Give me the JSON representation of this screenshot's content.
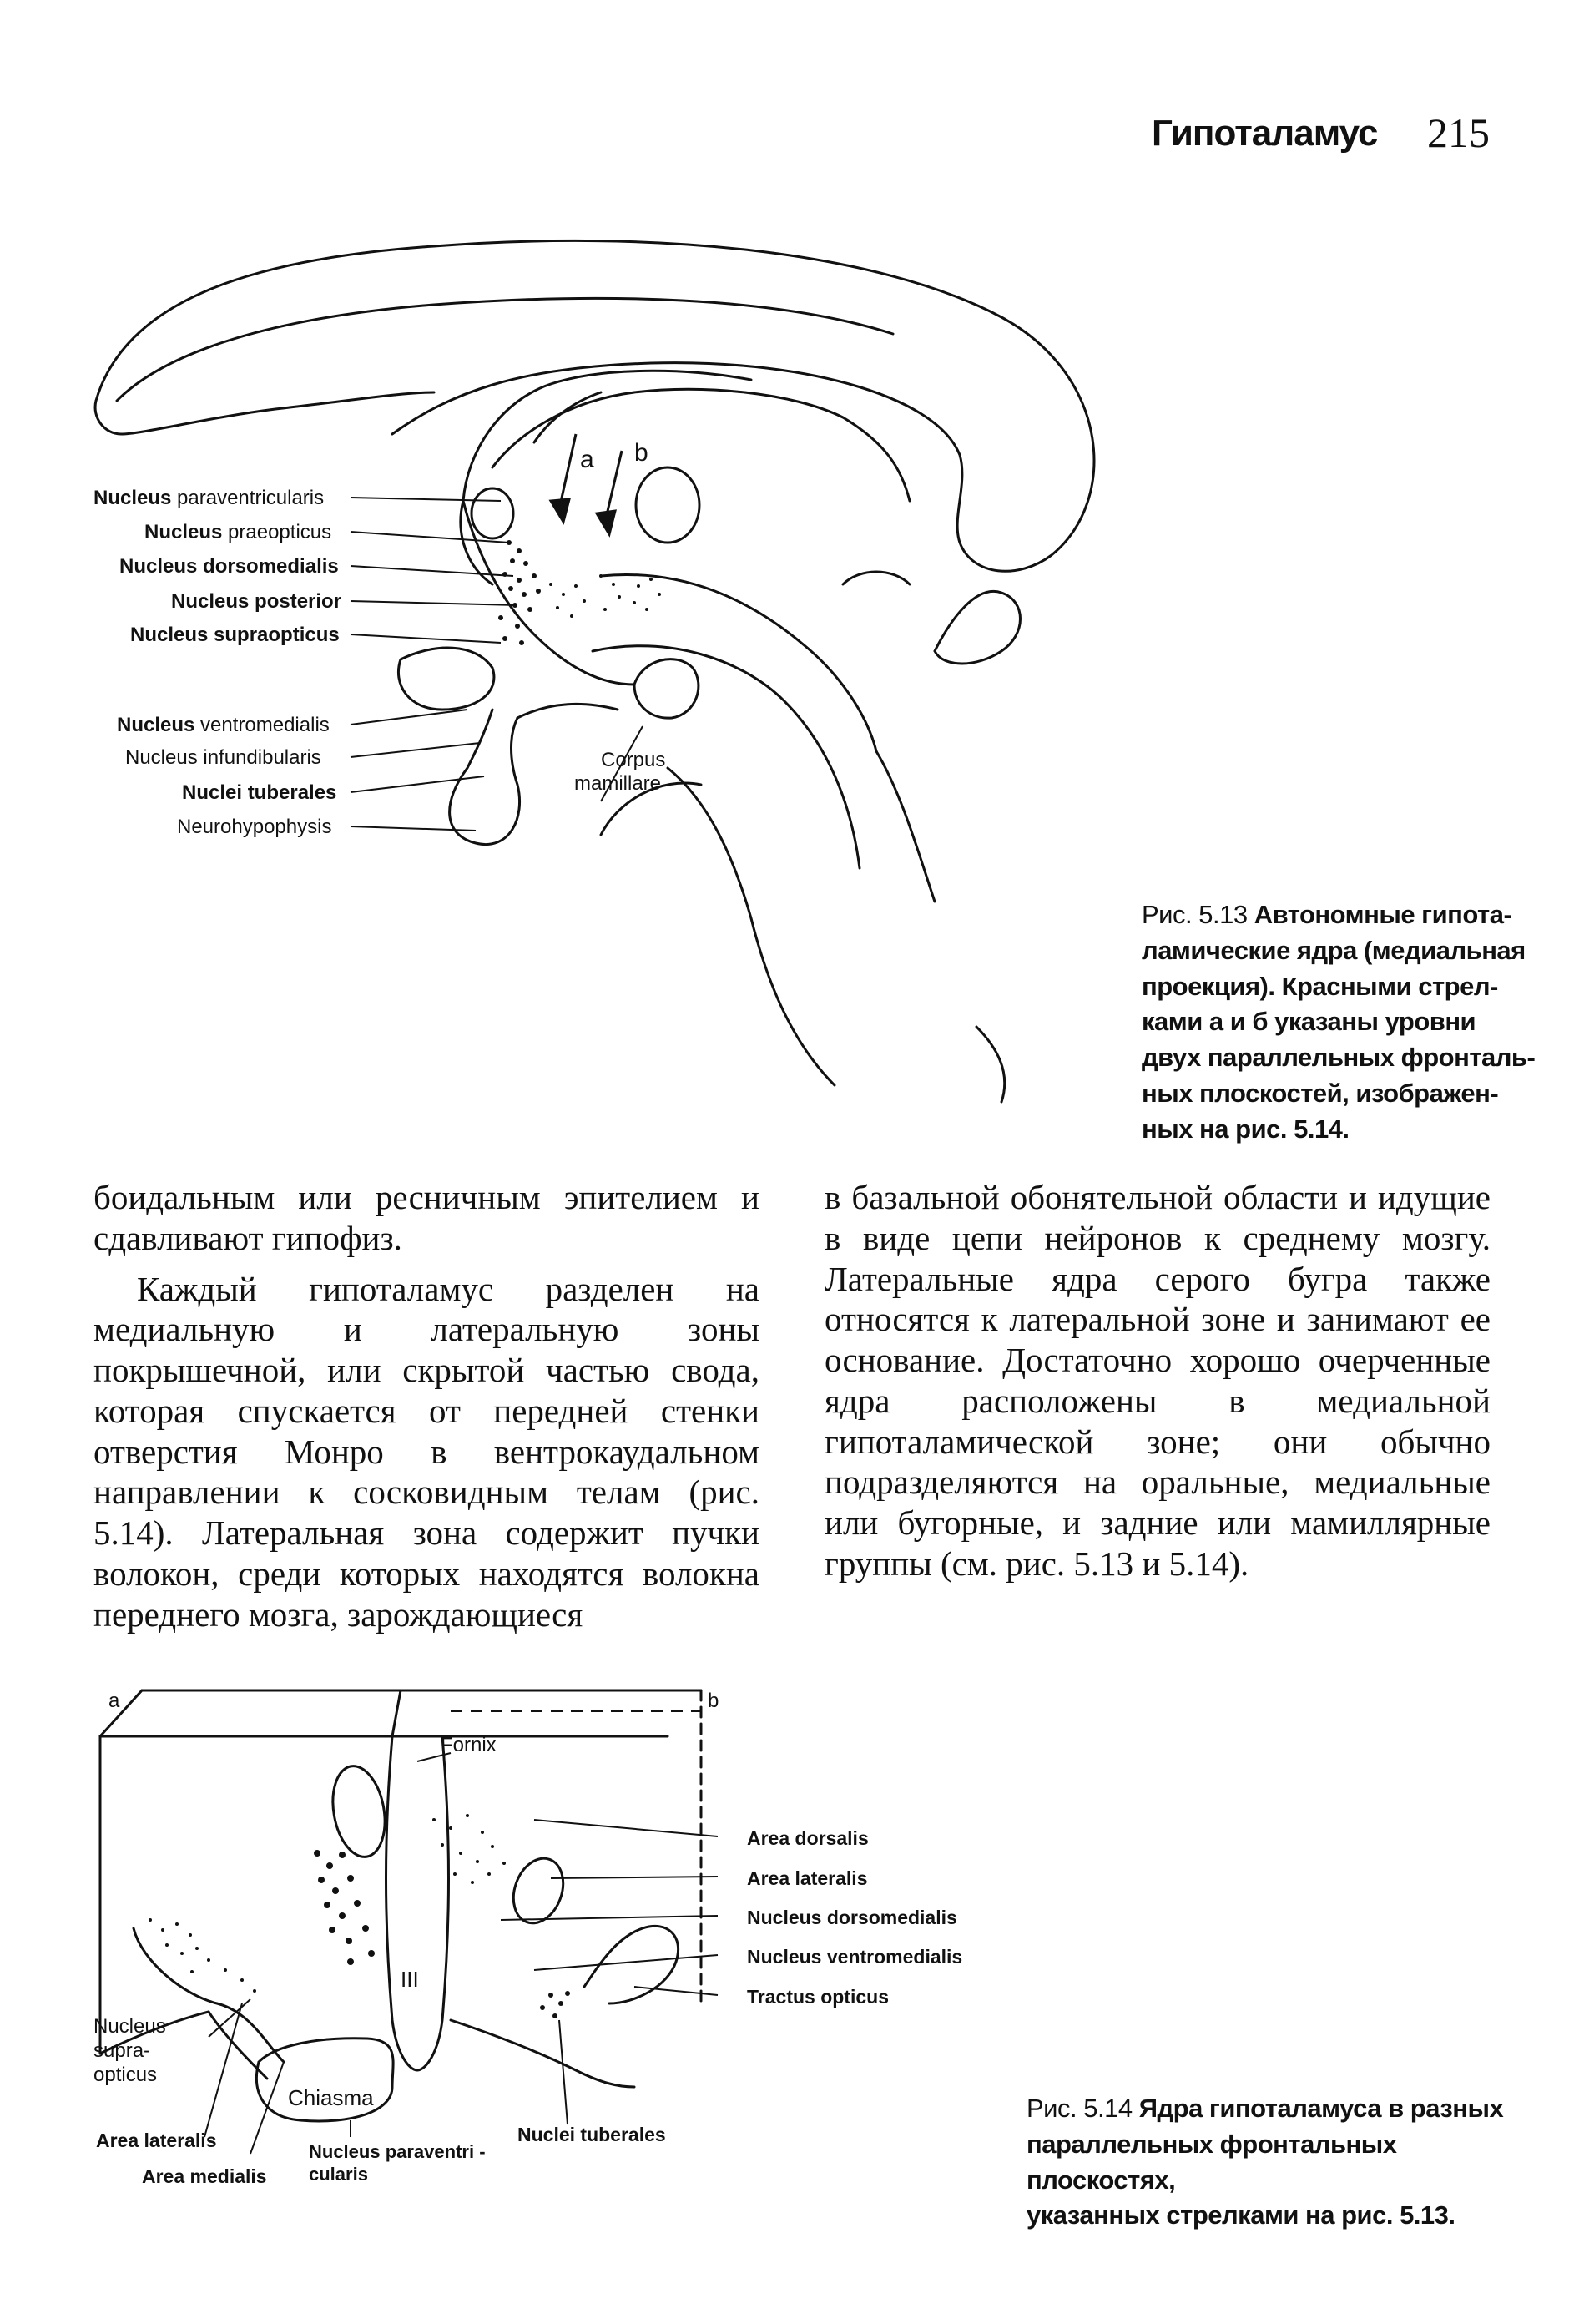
{
  "header": {
    "running_title": "Гипоталамус",
    "page_number": "215"
  },
  "figure_5_13": {
    "labels_left": [
      {
        "bold": "Nucleus",
        "rest": " paraventricularis"
      },
      {
        "bold": "Nucleus",
        "rest": " praeopticus"
      },
      {
        "bold": "Nucleus dorsomedialis",
        "rest": ""
      },
      {
        "bold": "Nucleus posterior",
        "rest": ""
      },
      {
        "bold": "Nucleus supraopticus",
        "rest": ""
      },
      {
        "bold": "Nucleus",
        "rest": " ventromedialis"
      },
      {
        "bold": "",
        "rest": "Nucleus infundibularis"
      },
      {
        "bold": "Nuclei tuberales",
        "rest": ""
      },
      {
        "bold": "",
        "rest": "Neurohypophysis"
      }
    ],
    "corpus_mamillare": [
      "Corpus",
      "mamillare"
    ],
    "arrow_a": "a",
    "arrow_b": "b",
    "caption": {
      "number": "Рис. 5.13",
      "lines": [
        "Автономные гипота-",
        "ламические ядра (медиальная",
        "проекция). Красными стрел-",
        "ками а и б указаны уровни",
        "двух параллельных фронталь-",
        "ных плоскостей, изображен-",
        "ных на рис. 5.14."
      ]
    }
  },
  "body_text": {
    "left_column": [
      "боидальным или ресничным эпителием и сдавливают гипофиз.",
      "Каждый гипоталамус разделен на медиальную и латеральную зоны покрышечной, или скрытой частью свода, которая спускается от передней стенки отверстия Монро в вентрокаудальном направлении к сосковидным телам (рис. 5.14). Латеральная зона содержит пучки волокон, среди которых находятся волокна переднего мозга, зарождающиеся"
    ],
    "right_column": "в базальной обонятельной области и идущие в виде цепи нейронов к среднему мозгу. Латеральные ядра серого бугра также относятся к латеральной зоне и занимают ее основание. Достаточно хорошо очерченные ядра расположены в медиальной гипоталамической зоне; они обычно подразделяются на оральные, медиальные или бугорные, и задние или мамиллярные группы (см. рис. 5.13 и 5.14)."
  },
  "figure_5_14": {
    "corner_a": "a",
    "corner_b": "b",
    "fornix": "Fornix",
    "ventricle": "III",
    "chiasma": "Chiasma",
    "labels_right": [
      "Area dorsalis",
      "Area lateralis",
      "Nucleus dorsomedialis",
      "Nucleus ventromedialis",
      "Tractus opticus"
    ],
    "nucleus_supraopticus": [
      "Nucleus",
      "supra-",
      "opticus"
    ],
    "area_lateralis": "Area lateralis",
    "area_medialis": "Area medialis",
    "nucleus_paraventricularis": [
      "Nucleus paraventri -",
      "cularis"
    ],
    "nuclei_tuberales": "Nuclei tuberales",
    "caption": {
      "number": "Рис. 5.14",
      "lines": [
        "Ядра гипоталамуса в разных",
        "параллельных фронтальных плоскостях,",
        "указанных стрелками на рис. 5.13."
      ]
    }
  }
}
